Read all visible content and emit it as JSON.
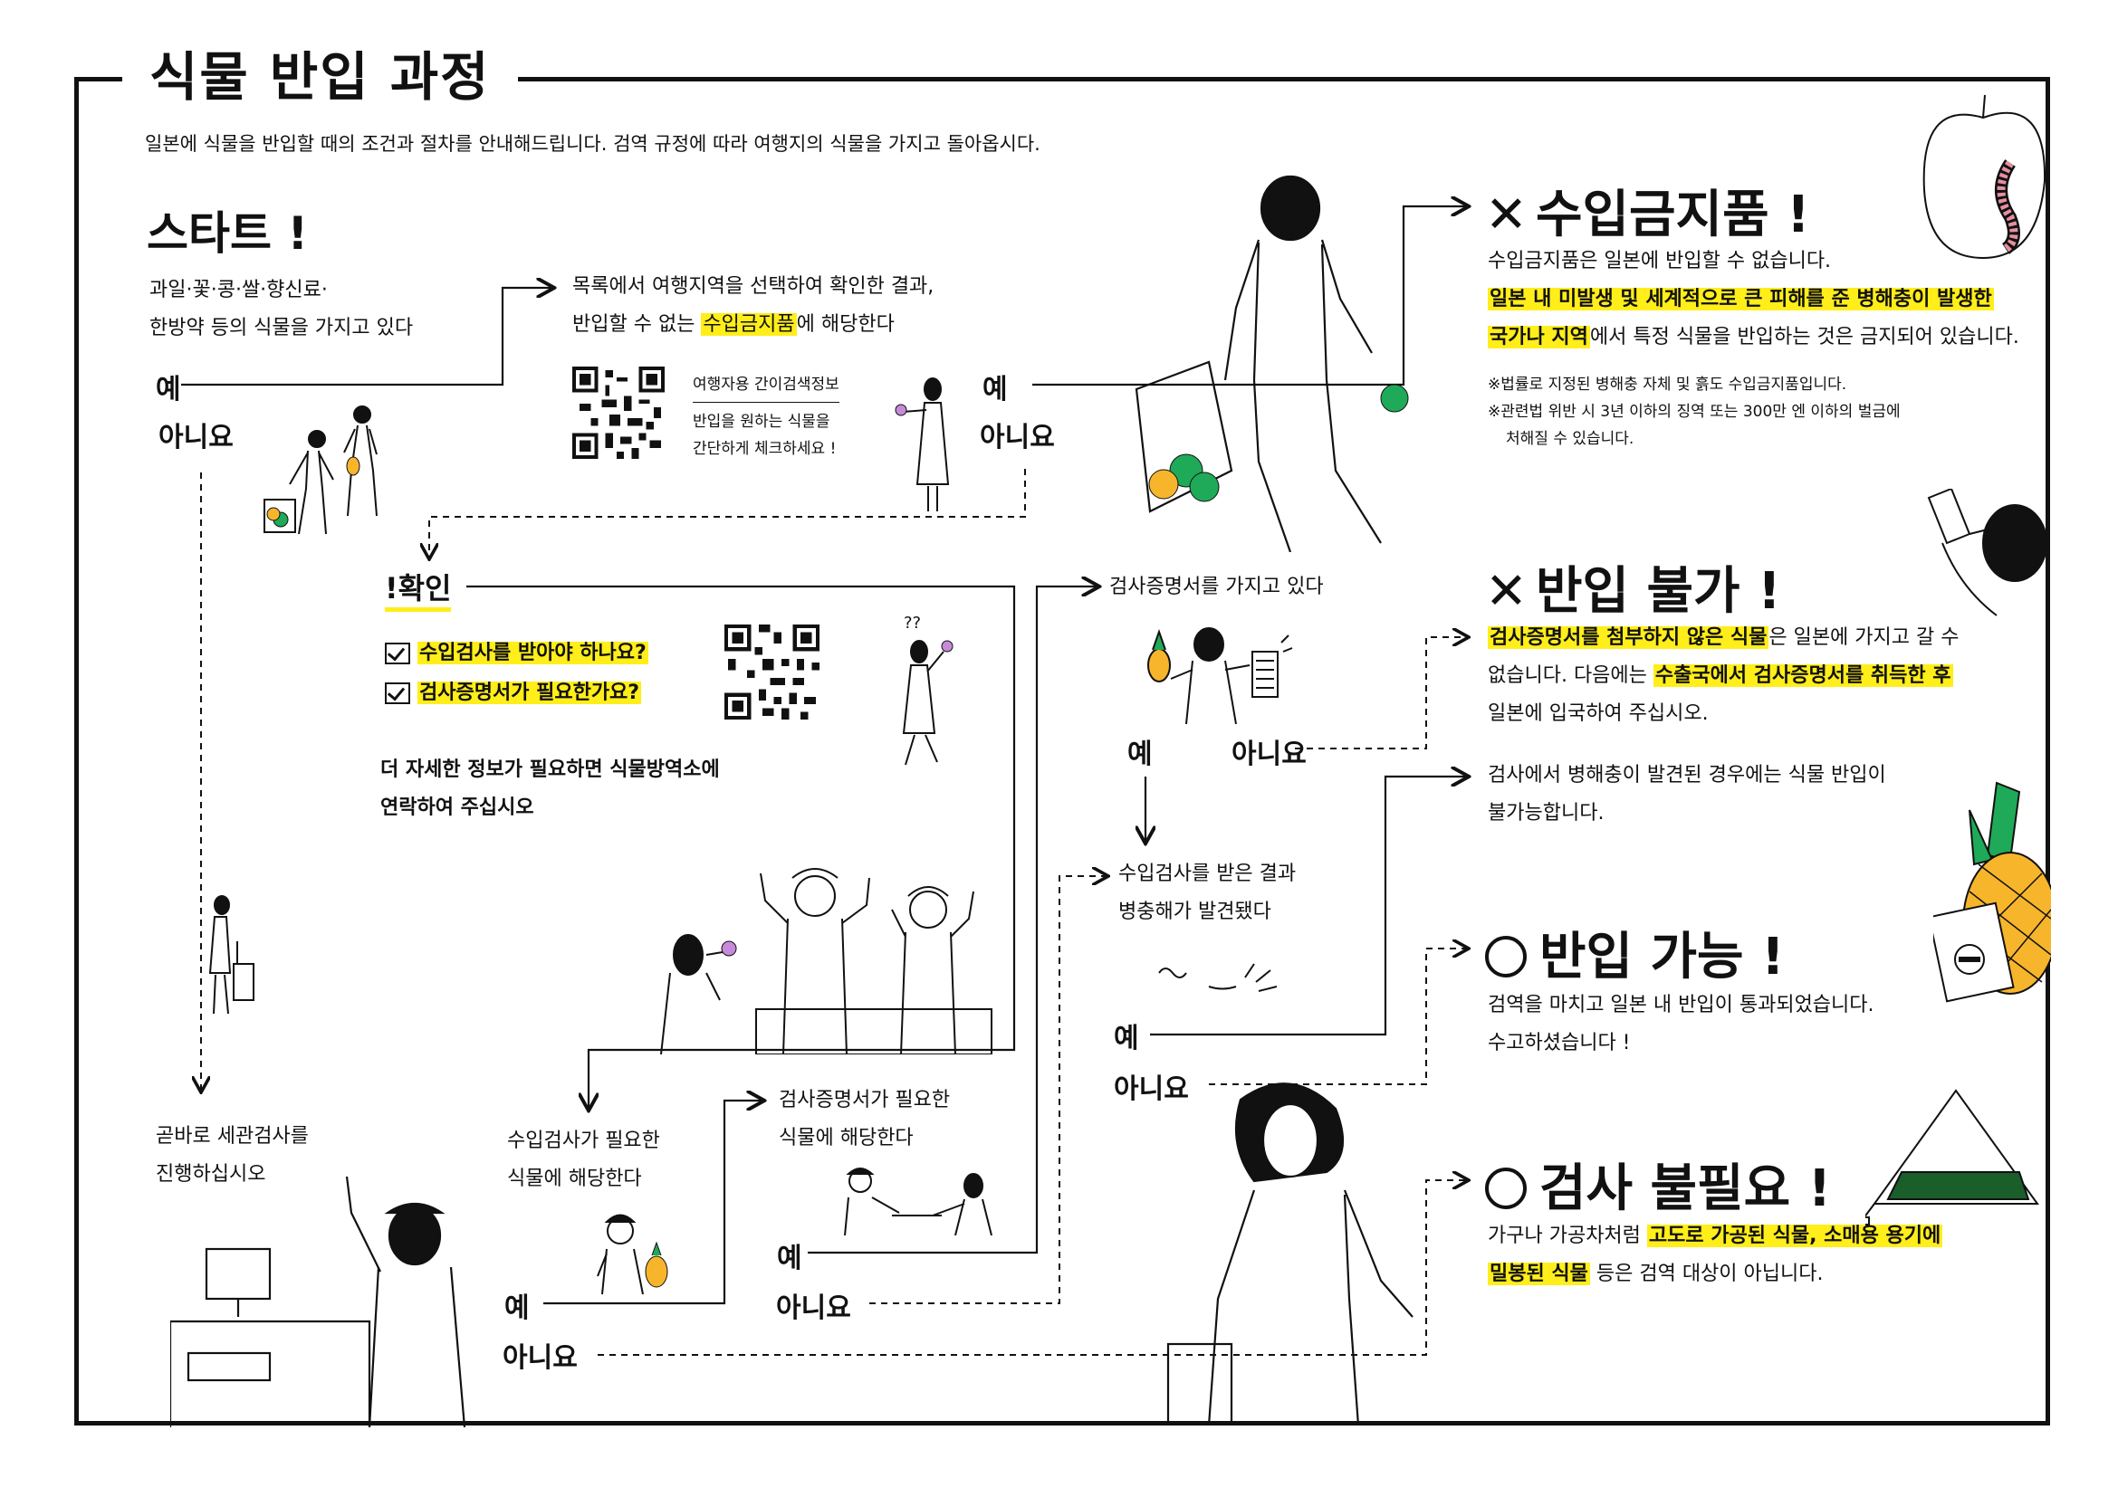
{
  "title": "식물 반입 과정",
  "intro": "일본에 식물을 반입할 때의 조건과 절차를 안내해드립니다. 검역 규정에 따라 여행지의 식물을 가지고 돌아옵시다.",
  "start": {
    "heading": "스타트 !",
    "line1": "과일·꽃·콩·쌀·향신료·",
    "line2": "한방약 등의 식물을 가지고 있다"
  },
  "labels": {
    "yes": "예",
    "no": "아니요"
  },
  "prohibited_check": {
    "line1": "목록에서 여행지역을 선택하여 확인한 결과,",
    "line2_pre": "반입할 수 없는 ",
    "line2_hl": "수입금지품",
    "line2_post": "에 해당한다",
    "qr_title": "여행자용 간이검색정보",
    "qr_line1": "반입을 원하는 식물을",
    "qr_line2": "간단하게 체크하세요 !"
  },
  "confirm": {
    "heading": "!확인",
    "q1": "수입검사를 받아야 하나요?",
    "q2": "검사증명서가 필요한가요?",
    "more1": "더 자세한 정보가 필요하면 식물방역소에",
    "more2": "연락하여 주십시오"
  },
  "customs": {
    "line1": "곧바로 세관검사를",
    "line2": "진행하십시오"
  },
  "needs_inspection": {
    "line1": "수입검사가 필요한",
    "line2": "식물에 해당한다"
  },
  "needs_certificate": {
    "line1": "검사증명서가 필요한",
    "line2": "식물에 해당한다"
  },
  "has_certificate": "검사증명서를 가지고 있다",
  "inspection_result": {
    "line1": "수입검사를 받은 결과",
    "line2": "병충해가 발견됐다"
  },
  "outcome_prohibited": {
    "heading": "수입금지품 !",
    "line1": "수입금지품은 일본에 반입할 수 없습니다.",
    "line2_hl": "일본 내 미발생 및 세계적으로 큰 피해를 준 병해충이 발생한",
    "line3_hl": "국가나 지역",
    "line3_post": "에서 특정 식물을 반입하는 것은 금지되어 있습니다.",
    "note1": "※법률로 지정된 병해충 자체 및 흙도 수입금지품입니다.",
    "note2": "※관련법 위반 시 3년 이하의 징역 또는 300만 엔 이하의 벌금에",
    "note3": "처해질 수 있습니다."
  },
  "outcome_denied": {
    "heading": "반입 불가 !",
    "line1_hl": "검사증명서를 첨부하지 않은 식물",
    "line1_post": "은 일본에 가지고 갈 수",
    "line2_pre": "없습니다. 다음에는 ",
    "line2_hl": "수출국에서 검사증명서를 취득한 후",
    "line3": "일본에 입국하여 주십시오.",
    "pest1": "검사에서 병해충이 발견된 경우에는 식물 반입이",
    "pest2": "불가능합니다."
  },
  "outcome_allowed": {
    "heading": "반입 가능 !",
    "line1": "검역을 마치고 일본 내 반입이 통과되었습니다.",
    "line2": "수고하셨습니다 !"
  },
  "outcome_exempt": {
    "heading": "검사 불필요 !",
    "line1_pre": "가구나 가공차처럼 ",
    "line1_hl": "고도로 가공된 식물, 소매용 용기에",
    "line2_hl": "밀봉된 식물",
    "line2_post": " 등은 검역 대상이 아닙니다."
  },
  "colors": {
    "highlight": "#ffee1a",
    "ink": "#111111",
    "green": "#1faa59",
    "orange": "#f7b52b"
  }
}
